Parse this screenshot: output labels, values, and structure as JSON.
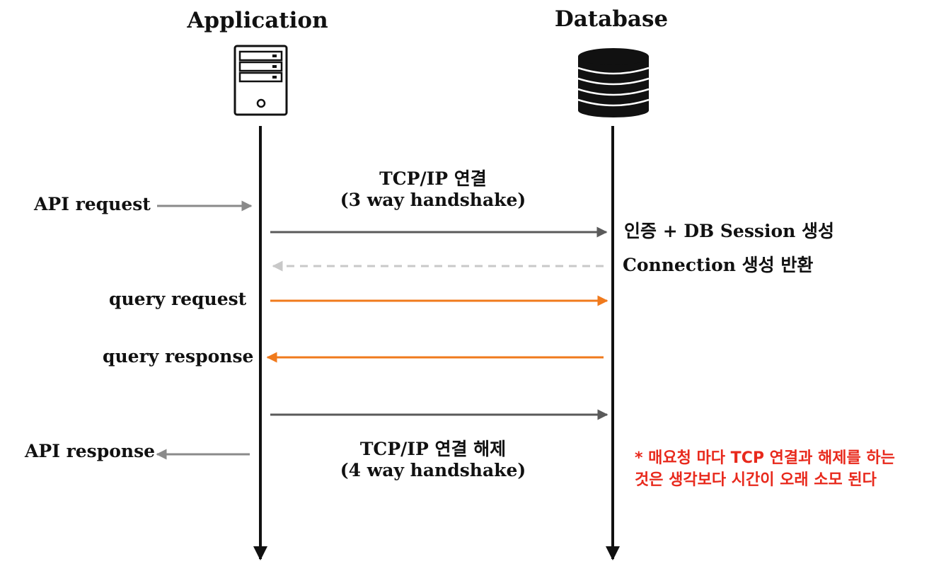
{
  "participants": {
    "application": {
      "label": "Application",
      "icon": "server-icon"
    },
    "database": {
      "label": "Database",
      "icon": "database-icon"
    }
  },
  "colors": {
    "lifeline": "#111111",
    "client_arrow": "#8a8a8a",
    "tcp_arrow": "#5a5a5a",
    "return_arrow": "#c8c8c8",
    "query_arrow": "#f07a1c",
    "note": "#e8291c"
  },
  "labels": {
    "api_request": "API request",
    "tcp_connect": {
      "line1": "TCP/IP 연결",
      "line2": "(3 way handshake)"
    },
    "auth_session": "인증 + DB Session 생성",
    "connection_return": "Connection 생성 반환",
    "query_request": "query request",
    "query_response": "query response",
    "tcp_disconnect": {
      "line1": "TCP/IP 연결 해제",
      "line2": "(4 way handshake)"
    },
    "api_response": "API response"
  },
  "note": {
    "line1": "* 매요청 마다 TCP 연결과 해제를 하는",
    "line2": "것은 생각보다 시간이 오래 소모 된다"
  }
}
